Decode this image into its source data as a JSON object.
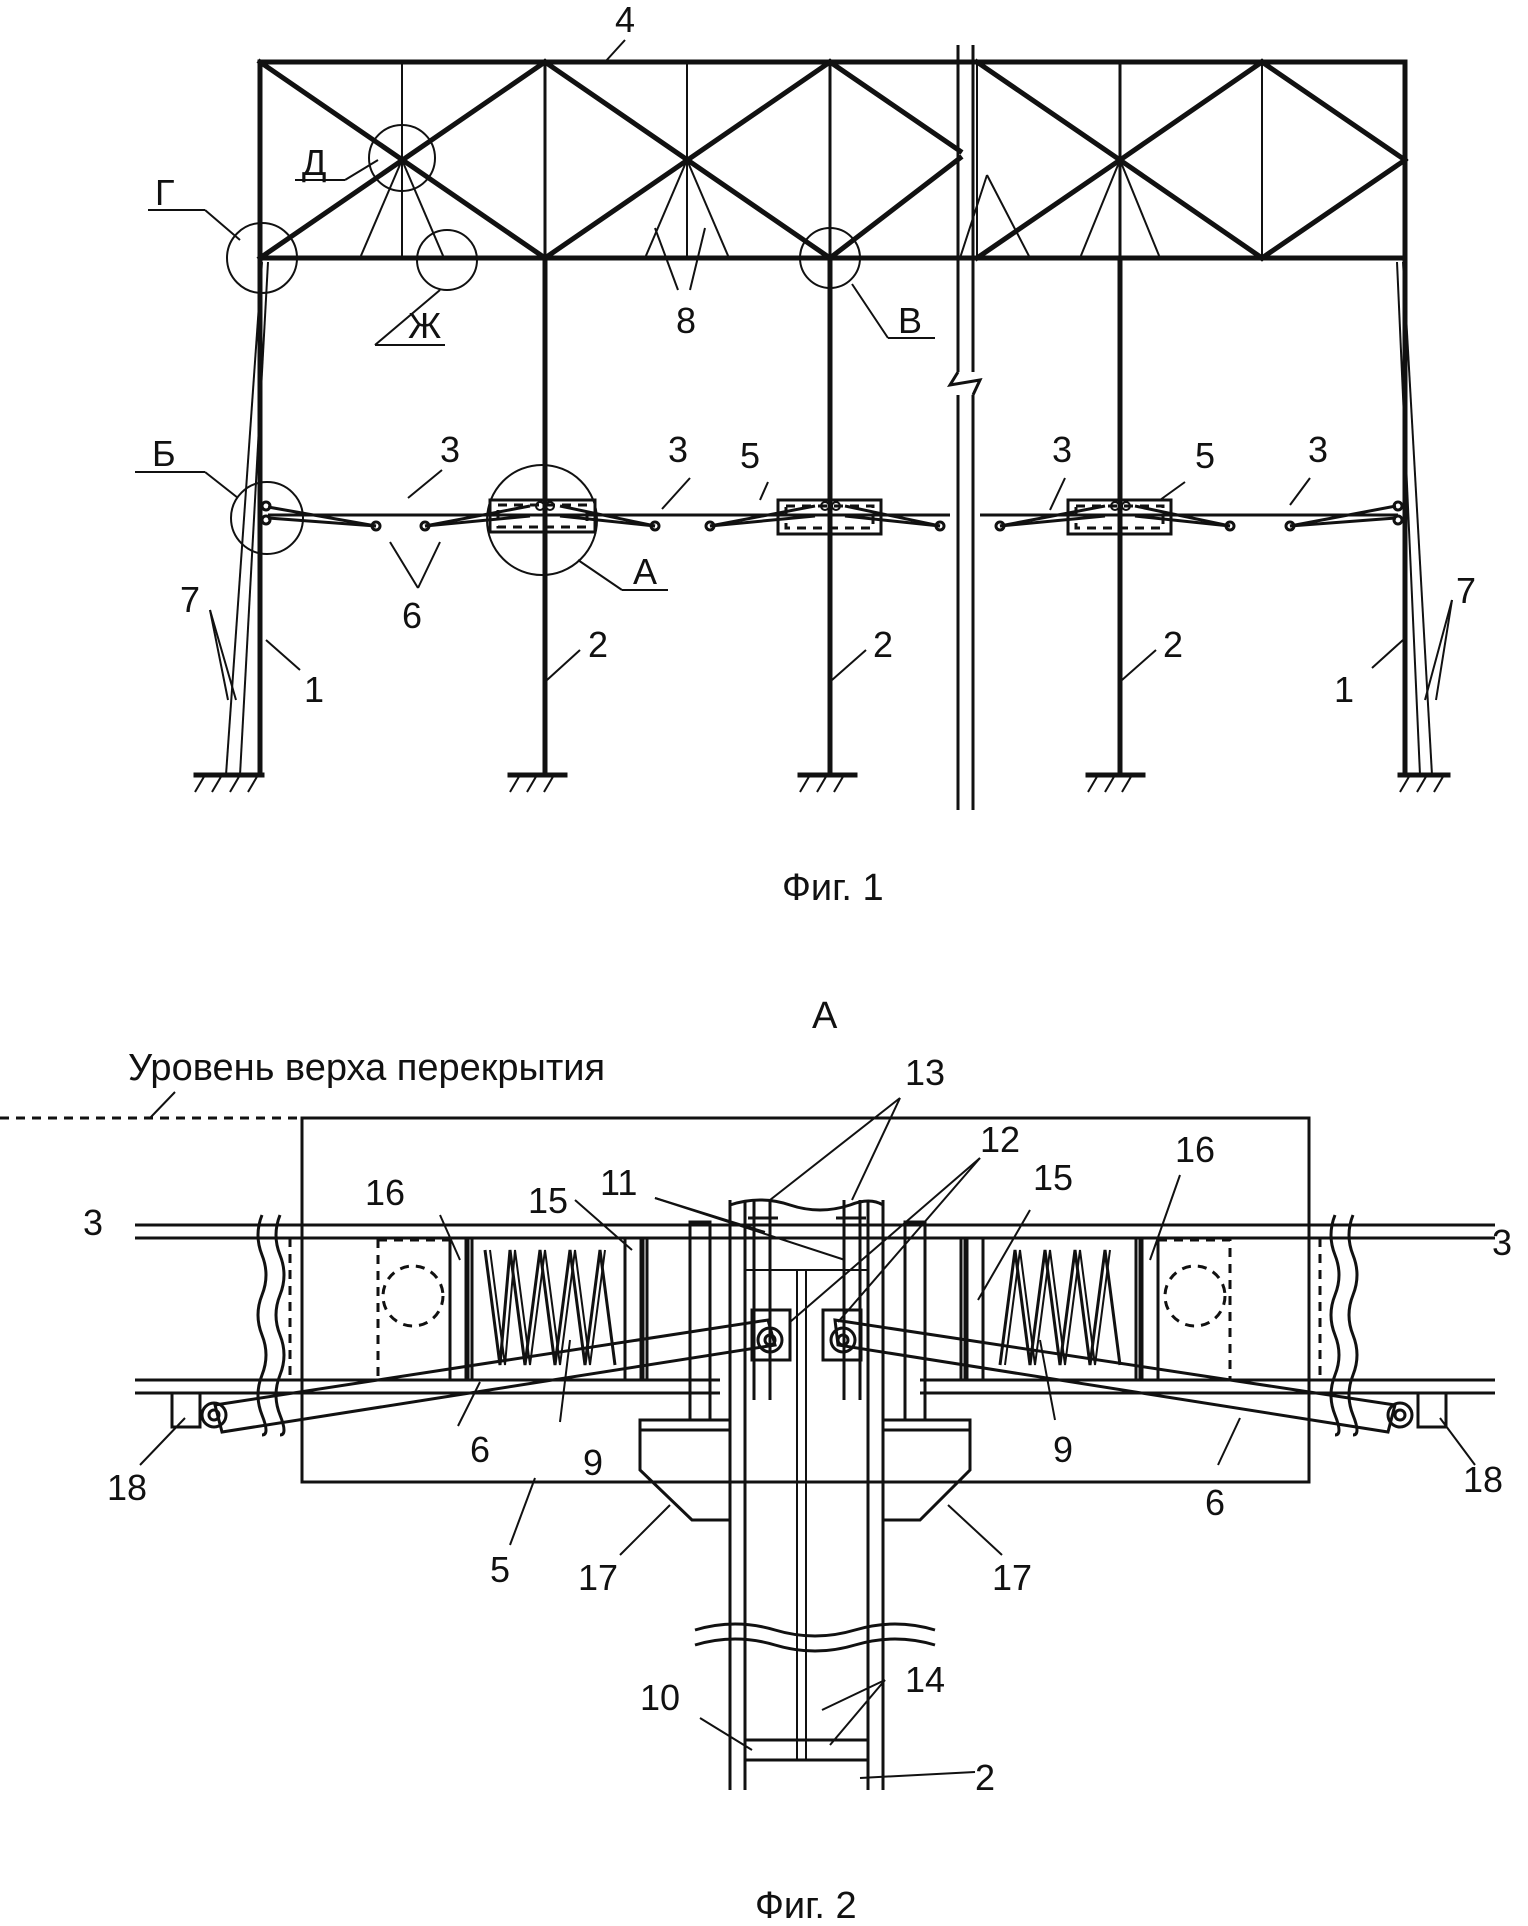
{
  "fig1": {
    "caption": "Фиг. 1",
    "labels": {
      "n4": "4",
      "d": "Д",
      "g": "Г",
      "zh": "Ж",
      "n8": "8",
      "v": "В",
      "b": "Б",
      "n3a": "3",
      "n3b": "3",
      "n5a": "5",
      "n3c": "3",
      "n5b": "5",
      "n3d": "3",
      "a": "А",
      "n6": "6",
      "n7l": "7",
      "n1l": "1",
      "n2a": "2",
      "n2b": "2",
      "n2c": "2",
      "n1r": "1",
      "n7r": "7"
    }
  },
  "fig2": {
    "view_title": "А",
    "level_text": "Уровень верха перекрытия",
    "caption": "Фиг. 2",
    "labels": {
      "n13": "13",
      "n12": "12",
      "n16l": "16",
      "n16r": "16",
      "n15l": "15",
      "n15r": "15",
      "n11": "11",
      "n3l": "3",
      "n3r": "3",
      "n6l": "6",
      "n9l": "9",
      "n9r": "9",
      "n6r": "6",
      "n18l": "18",
      "n18r": "18",
      "n5": "5",
      "n17l": "17",
      "n17r": "17",
      "n14": "14",
      "n10": "10",
      "n2": "2"
    }
  }
}
